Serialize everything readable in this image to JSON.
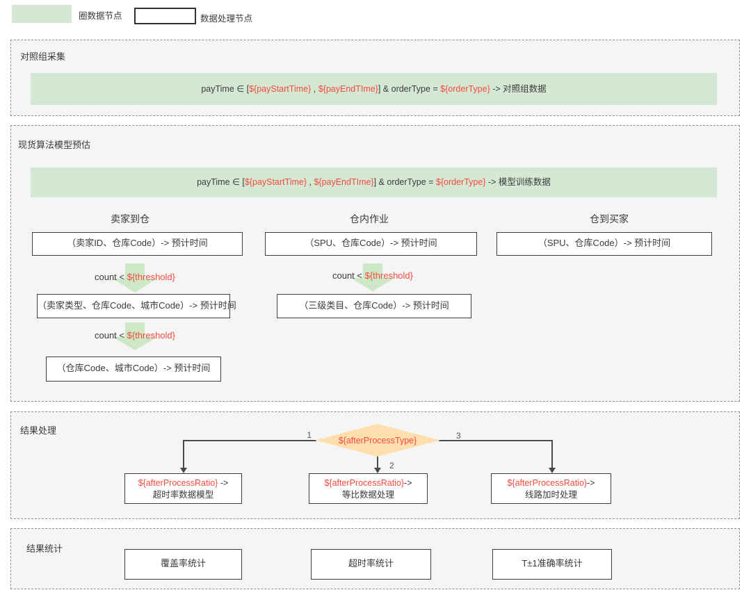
{
  "colors": {
    "data_node_green": "#d5e8d4",
    "arrow_green": "#cde8c7",
    "decision_orange": "#ffdfad",
    "variable_red": "#f74a3e"
  },
  "legend": {
    "data_node_label": "圈数据节点",
    "process_node_label": "数据处理节点"
  },
  "section_control": {
    "title": "对照组采集",
    "bar": {
      "p1": "payTime ∈ [",
      "v1": "${payStartTime}",
      "p2": " , ",
      "v2": "${payEndTIme}",
      "p3": "] & orderType = ",
      "v3": "${orderType}",
      "p4": " -> 对照组数据"
    }
  },
  "section_model": {
    "title": "现货算法模型预估",
    "bar": {
      "p1": "payTime ∈ [",
      "v1": "${payStartTime}",
      "p2": " , ",
      "v2": "${payEndTIme}",
      "p3": "] & orderType = ",
      "v3": "${orderType}",
      "p4": " -> 模型训练数据"
    },
    "count_condition": {
      "prefix": "count < ",
      "value": "${threshold}"
    },
    "columns": [
      {
        "header": "卖家到仓",
        "boxes": [
          "（卖家ID、仓库Code）-> 预计时间",
          "（卖家类型、仓库Code、城市Code）-> 预计时间",
          "（仓库Code、城市Code）-> 预计时间"
        ]
      },
      {
        "header": "仓内作业",
        "boxes": [
          "（SPU、仓库Code）-> 预计时间",
          "（三级类目、仓库Code）-> 预计时间"
        ]
      },
      {
        "header": "仓到买家",
        "boxes": [
          "（SPU、仓库Code）-> 预计时间"
        ]
      }
    ]
  },
  "section_result": {
    "title": "结果处理",
    "decision": "${afterProcessType}",
    "branch_labels": [
      "1",
      "2",
      "3"
    ],
    "boxes": [
      {
        "value": "${afterProcessRatio}",
        "arrow": " ->",
        "label": "超时率数据模型"
      },
      {
        "value": "${afterProcessRatio}",
        "arrow": "->",
        "label": "等比数据处理"
      },
      {
        "value": "${afterProcessRatio}",
        "arrow": "->",
        "label": "线路加时处理"
      }
    ]
  },
  "section_stats": {
    "title": "结果统计",
    "boxes": [
      "覆盖率统计",
      "超时率统计",
      "T±1准确率统计"
    ]
  }
}
